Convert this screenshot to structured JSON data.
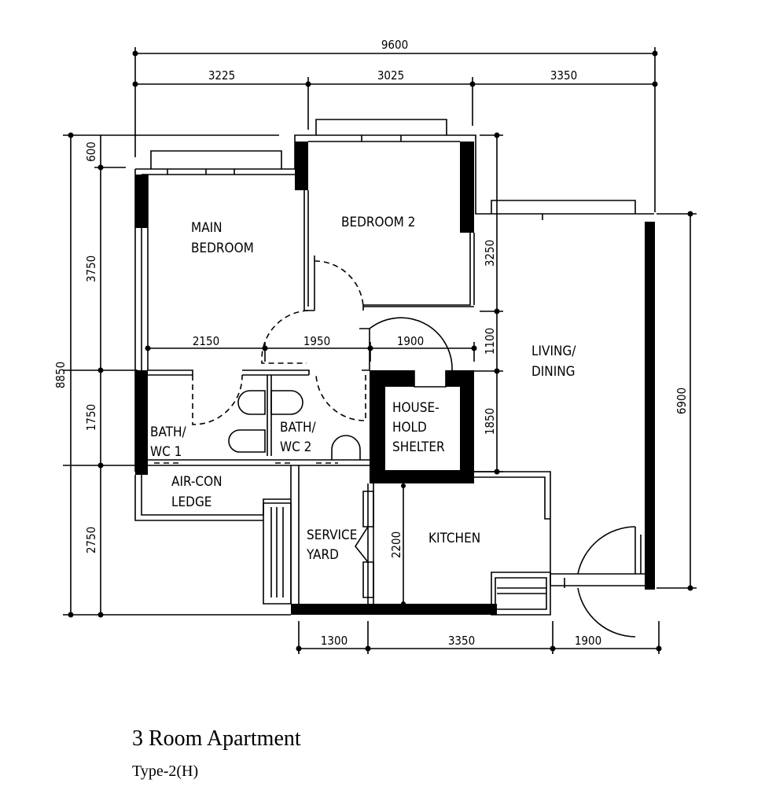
{
  "plan": {
    "title": "3 Room Apartment",
    "type": "Type-2(H)",
    "rooms": {
      "main_bedroom": [
        "MAIN",
        "BEDROOM"
      ],
      "bedroom2": "BEDROOM 2",
      "living": [
        "LIVING/",
        "DINING"
      ],
      "bath1": [
        "BATH/",
        "WC 1"
      ],
      "bath2": [
        "BATH/",
        "WC 2"
      ],
      "shelter": [
        "HOUSE-",
        "HOLD",
        "SHELTER"
      ],
      "aircon": [
        "AIR-CON",
        "LEDGE"
      ],
      "service": [
        "SERVICE",
        "YARD"
      ],
      "kitchen": "KITCHEN"
    },
    "dimensions": {
      "overall_width": "9600",
      "top": [
        "3225",
        "3025",
        "3350"
      ],
      "overall_depth": "8850",
      "left": [
        "600",
        "3750",
        "1750",
        "2750"
      ],
      "right_inner": [
        "3250",
        "1100",
        "1850"
      ],
      "right_outer": "6900",
      "interior": [
        "2150",
        "1950",
        "1900"
      ],
      "kitchen_depth": "2200",
      "bottom": [
        "1300",
        "3350",
        "1900"
      ]
    }
  }
}
